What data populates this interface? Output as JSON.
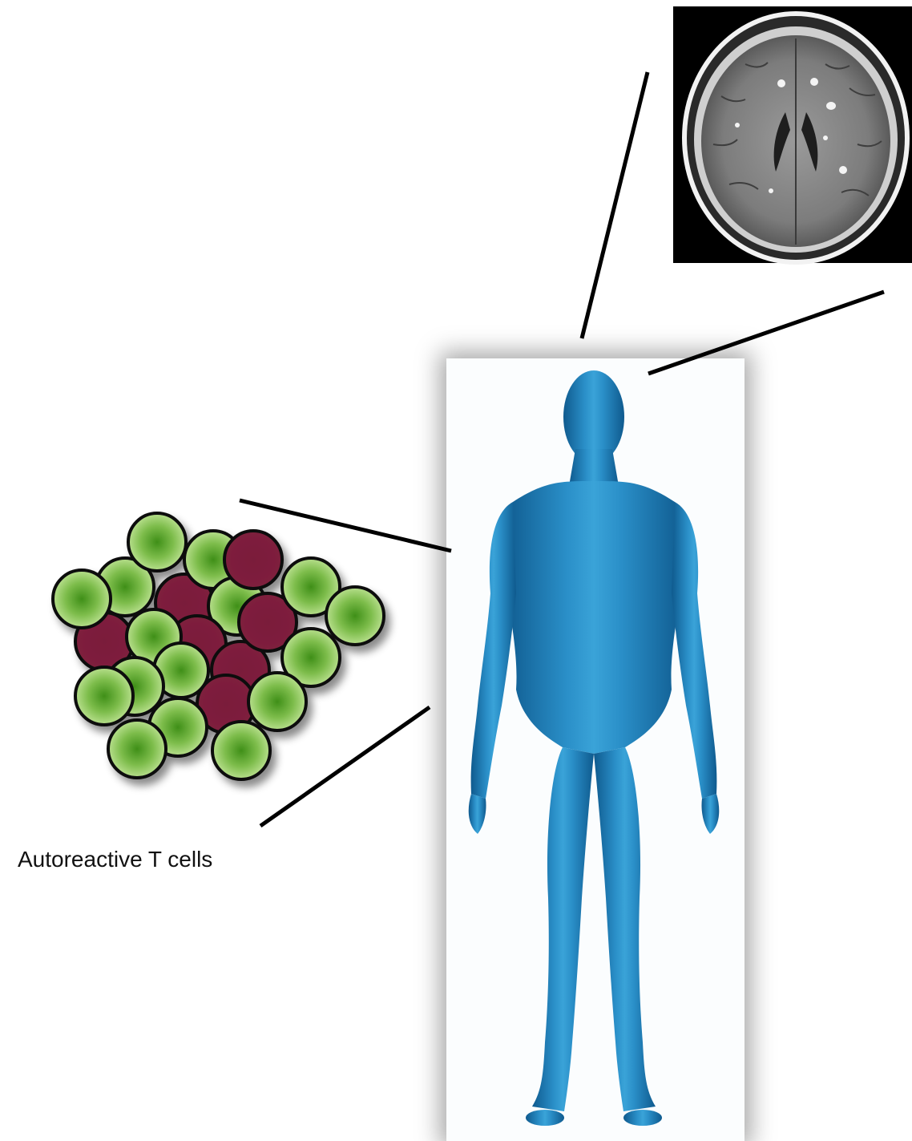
{
  "diagram": {
    "cell_cluster_label": "Autoreactive T cells"
  },
  "icons": {
    "mri": "brain-mri-scan",
    "human": "human-body-figure",
    "cluster": "t-cell-cluster"
  },
  "colors": {
    "background": "#ffffff",
    "healthy_cell": "#a9d87a",
    "healthy_cell_core": "#3f8f18",
    "autoreactive_cell": "#7d1f3c",
    "cell_outline": "#0d0d0d",
    "body": "#2a8fc8",
    "body_dark": "#0f5a8e",
    "leader_line": "#000000",
    "mri_background": "#000000"
  }
}
